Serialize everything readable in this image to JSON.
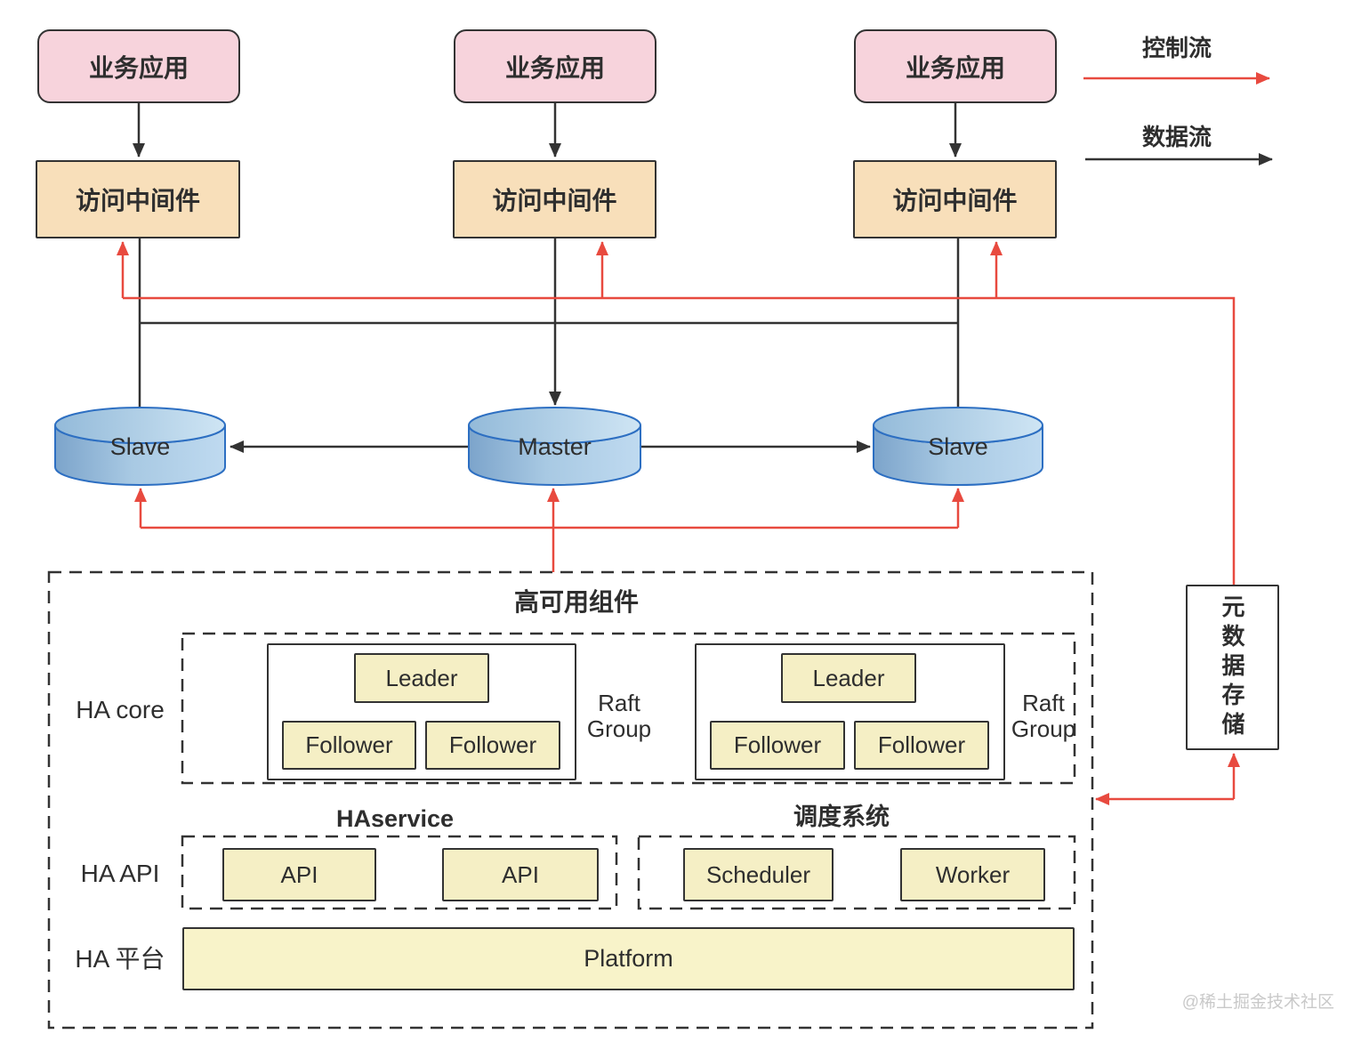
{
  "legend": {
    "control_flow_label": "控制流",
    "data_flow_label": "数据流"
  },
  "apps": [
    {
      "label": "业务应用"
    },
    {
      "label": "业务应用"
    },
    {
      "label": "业务应用"
    }
  ],
  "middlewares": [
    {
      "label": "访问中间件"
    },
    {
      "label": "访问中间件"
    },
    {
      "label": "访问中间件"
    }
  ],
  "databases": [
    {
      "label": "Slave"
    },
    {
      "label": "Master"
    },
    {
      "label": "Slave"
    }
  ],
  "metadata_store": {
    "label": "元数据存储"
  },
  "ha_component": {
    "title": "高可用组件",
    "core_label": "HA core",
    "api_label": "HA API",
    "platform_row_label": "HA 平台",
    "haservice_label": "HAservice",
    "scheduling_label": "调度系统",
    "raft_groups": [
      {
        "label": "Raft Group",
        "leader": "Leader",
        "followers": [
          {
            "label": "Follower"
          },
          {
            "label": "Follower"
          }
        ]
      },
      {
        "label": "Raft Group",
        "leader": "Leader",
        "followers": [
          {
            "label": "Follower"
          },
          {
            "label": "Follower"
          }
        ]
      }
    ],
    "api_boxes": [
      {
        "label": "API"
      },
      {
        "label": "API"
      }
    ],
    "scheduler_box": "Scheduler",
    "worker_box": "Worker",
    "platform_label": "Platform"
  },
  "watermark": "@稀土掘金技术社区",
  "colors": {
    "control_flow": "#e84a3f",
    "data_flow": "#333333",
    "app_box_fill": "#f7d3dc",
    "middleware_box_fill": "#f8dfba",
    "component_box_fill": "#f5efc5",
    "platform_box_fill": "#f8f3c9",
    "cylinder_stroke": "#2d6fc2"
  }
}
